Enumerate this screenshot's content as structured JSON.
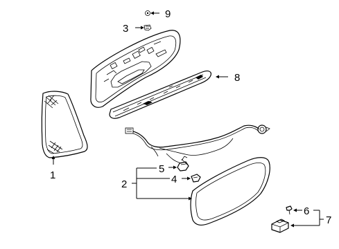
{
  "callouts": {
    "c1": "1",
    "c2": "2",
    "c3": "3",
    "c4": "4",
    "c5": "5",
    "c6": "6",
    "c7": "7",
    "c8": "8",
    "c9": "9"
  },
  "parts": [
    {
      "callout": "1",
      "icon": "tail-lamp-lens"
    },
    {
      "callout": "2",
      "icon": "license-lamp-bezel-assembly"
    },
    {
      "callout": "3",
      "icon": "screw"
    },
    {
      "callout": "4",
      "icon": "clip"
    },
    {
      "callout": "5",
      "icon": "bulb-socket"
    },
    {
      "callout": "6",
      "icon": "push-pin-clip"
    },
    {
      "callout": "7",
      "icon": "retainer-assembly"
    },
    {
      "callout": "8",
      "icon": "high-mount-stop-lamp"
    },
    {
      "callout": "9",
      "icon": "nut"
    }
  ],
  "colors": {
    "ink": "#000000",
    "background": "#ffffff"
  }
}
